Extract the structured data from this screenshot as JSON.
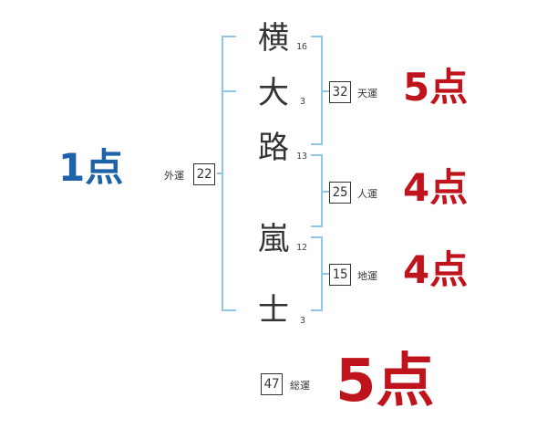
{
  "characters": [
    {
      "char": "横",
      "strokes": "16"
    },
    {
      "char": "大",
      "strokes": "3"
    },
    {
      "char": "路",
      "strokes": "13"
    },
    {
      "char": "嵐",
      "strokes": "12"
    },
    {
      "char": "士",
      "strokes": "3"
    }
  ],
  "fortunes": {
    "gaiun": {
      "value": "22",
      "label": "外運",
      "score": "1点"
    },
    "tenun": {
      "value": "32",
      "label": "天運",
      "score": "5点"
    },
    "jinun": {
      "value": "25",
      "label": "人運",
      "score": "4点"
    },
    "chiun": {
      "value": "15",
      "label": "地運",
      "score": "4点"
    },
    "souun": {
      "value": "47",
      "label": "総運",
      "score": "5点"
    }
  },
  "colors": {
    "bracket": "#8ec6e6",
    "score_red": "#c0141c",
    "score_blue": "#1e62aa"
  }
}
